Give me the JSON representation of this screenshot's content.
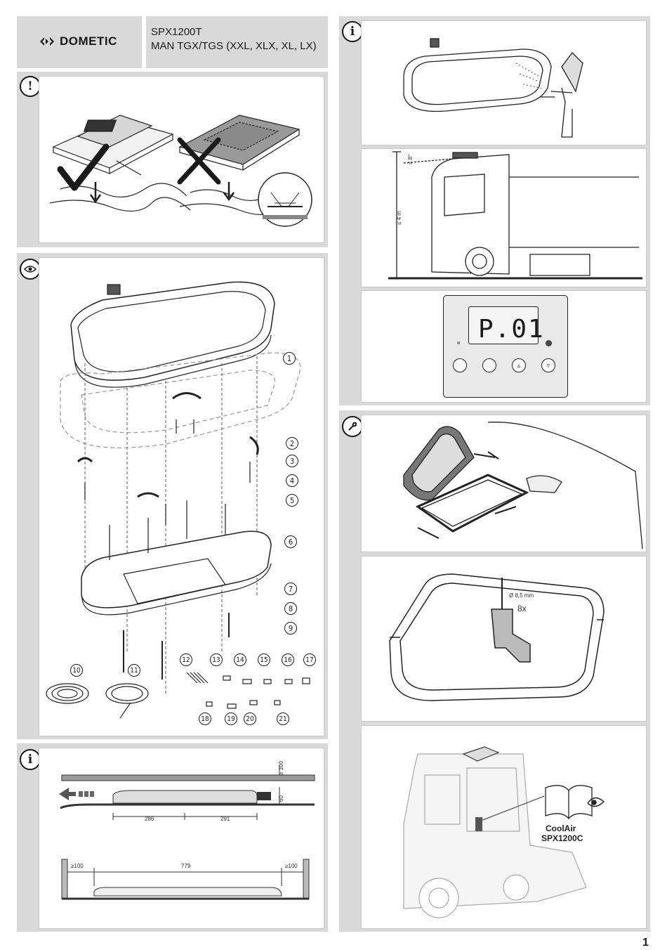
{
  "header": {
    "brand": "DOMETIC",
    "model": "SPX1200T",
    "vehicle": "MAN TGX/TGS (XXL, XLX, XL, LX)"
  },
  "icons": {
    "warning": "!",
    "info": "i",
    "view": "eye-icon",
    "tool": "wrench-icon"
  },
  "steps": {
    "s1": "1",
    "s2": "2",
    "s3": "3",
    "s4": "4",
    "s5": "5",
    "s6": "6",
    "s7": "7",
    "s8": "8"
  },
  "parts": [
    "1",
    "2",
    "3",
    "4",
    "5",
    "6",
    "7",
    "8",
    "9",
    "10",
    "11",
    "12",
    "13",
    "14",
    "15",
    "16",
    "17",
    "18",
    "19",
    "20",
    "21"
  ],
  "step2": {
    "clearance_top": "≥ 100",
    "height": "60",
    "dim_left": "286",
    "dim_right": "291",
    "side_left": "≥100",
    "length": "779",
    "side_right": "≥100"
  },
  "step4": {
    "angle": "≤ 8°",
    "height": "≤ 4 m"
  },
  "step5": {
    "display": "P.01"
  },
  "step7": {
    "drill": "Ø 8,5 mm",
    "count": "8x"
  },
  "step8": {
    "ref_title": "CoolAir",
    "ref_model": "SPX1200C"
  },
  "page_number": "1"
}
